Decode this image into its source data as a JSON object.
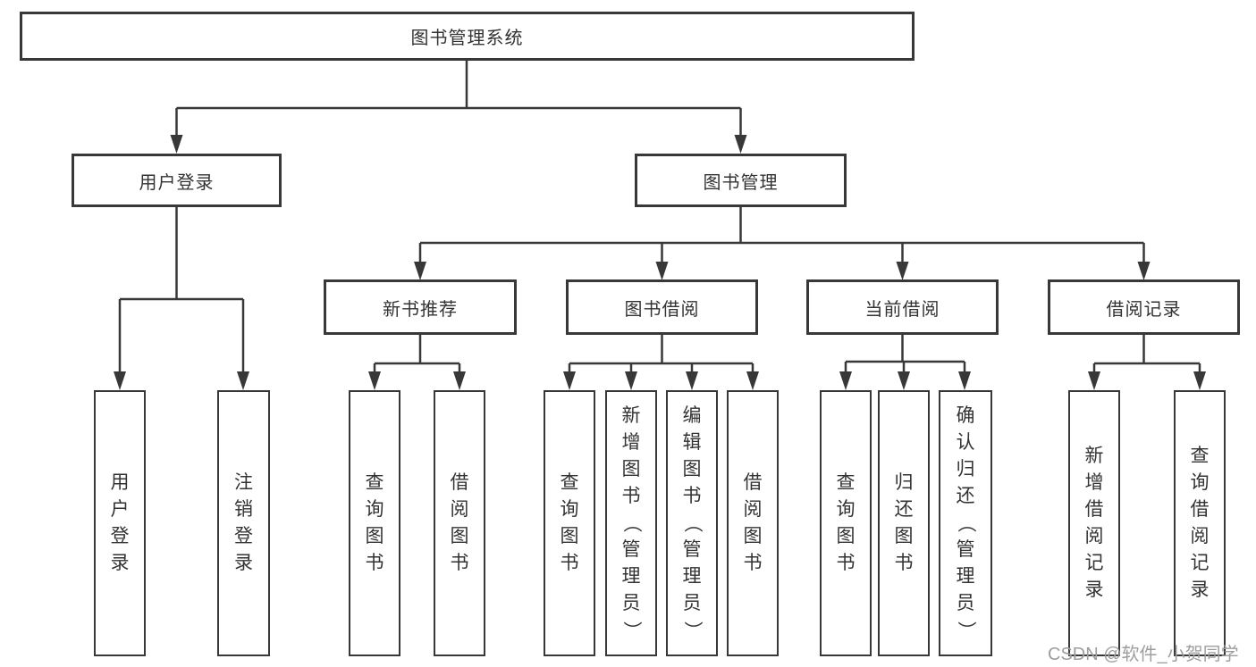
{
  "diagram": {
    "root": {
      "label": "图书管理系统"
    },
    "level2": {
      "user_login": {
        "label": "用户登录"
      },
      "book_mgmt": {
        "label": "图书管理"
      }
    },
    "level3": {
      "new_books": {
        "label": "新书推荐"
      },
      "book_borrow": {
        "label": "图书借阅"
      },
      "current_borrow": {
        "label": "当前借阅"
      },
      "borrow_records": {
        "label": "借阅记录"
      }
    },
    "leaves": {
      "user_login": [
        "用户登录",
        "注销登录"
      ],
      "new_books": [
        "查询图书",
        "借阅图书"
      ],
      "book_borrow": [
        "查询图书",
        "新增图书（管理员）",
        "编辑图书（管理员）",
        "借阅图书"
      ],
      "current_borrow": [
        "查询图书",
        "归还图书",
        "确认归还（管理员）"
      ],
      "borrow_records": [
        "新增借阅记录",
        "查询借阅记录"
      ]
    }
  },
  "watermark": {
    "text": "CSDN @软件_小贺同学"
  },
  "colors": {
    "line": "#383838",
    "text": "#333333",
    "watermark": "#9e9e9e",
    "background": "#ffffff"
  }
}
